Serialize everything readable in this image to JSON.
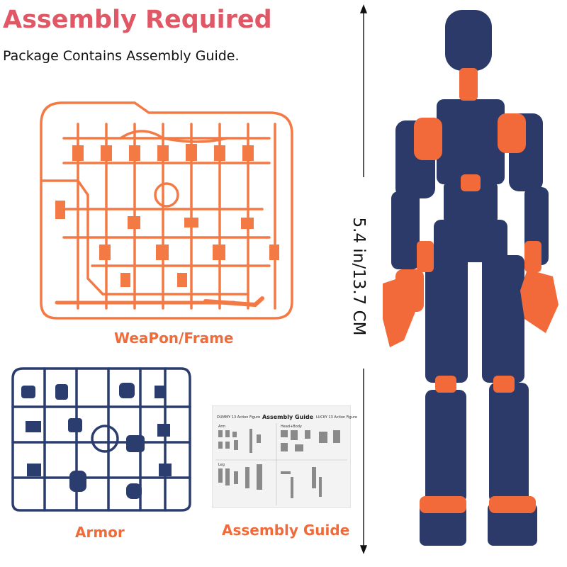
{
  "header": {
    "title": "Assembly Required",
    "subtitle": "Package Contains Assembly Guide."
  },
  "captions": {
    "frame": "WeaPon/Frame",
    "armor": "Armor",
    "guide": "Assembly Guide"
  },
  "dimension": {
    "label": "5.4 in/13.7 CM"
  },
  "guide_sheet": {
    "title": "Assembly Guide",
    "left_header": "DUMMY 13 Action Figure",
    "right_header": "LUCKY 13 Action Figure",
    "sections": [
      "Arm",
      "Head+Body",
      "Leg"
    ]
  },
  "colors": {
    "title": "#e05865",
    "caption": "#f06a3a",
    "orange_sprue": "#f47a45",
    "navy_sprue": "#2b3d6e",
    "figure_navy": "#2b3a68",
    "figure_orange": "#f2693a"
  }
}
